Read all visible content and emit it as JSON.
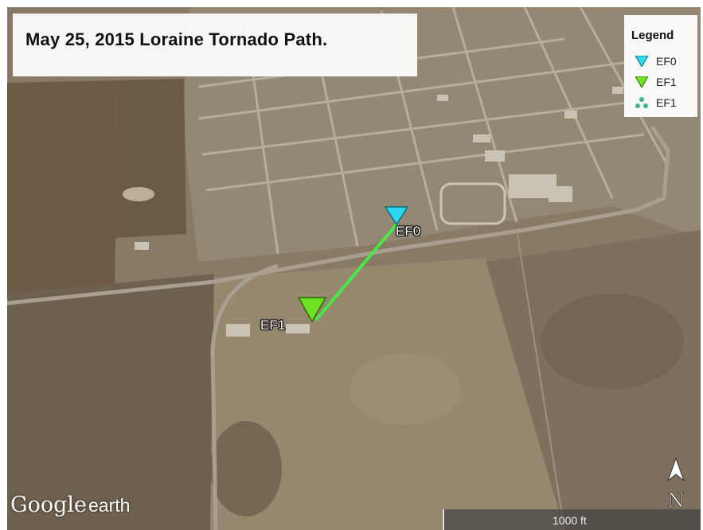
{
  "title": "May 25, 2015 Loraine Tornado Path.",
  "legend": {
    "title": "Legend",
    "items": [
      {
        "label": "EF0",
        "icon": "cyan-triangle-icon",
        "color": "#2fd6ef"
      },
      {
        "label": "EF1",
        "icon": "green-triangle-icon",
        "color": "#6fe323"
      },
      {
        "label": "EF1",
        "icon": "recycle-arrows-icon",
        "color": "#3ab58a"
      }
    ]
  },
  "markers": [
    {
      "label": "EF0",
      "rating": "EF0",
      "color": "#2fd6ef"
    },
    {
      "label": "EF1",
      "rating": "EF1",
      "color": "#6fe323"
    }
  ],
  "path": {
    "color": "#47e847"
  },
  "branding": {
    "logo_main": "Google",
    "logo_sub": "earth"
  },
  "compass": {
    "label": "N"
  },
  "scale": {
    "label": "1000 ft"
  }
}
